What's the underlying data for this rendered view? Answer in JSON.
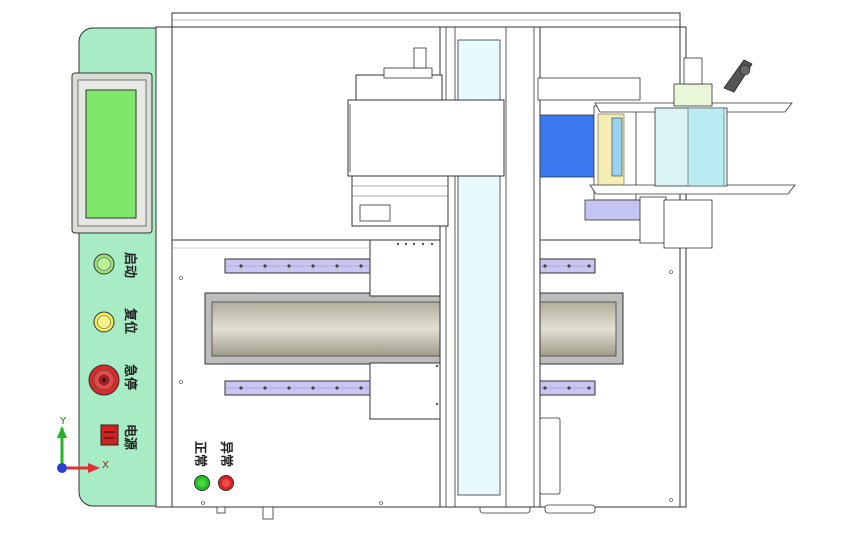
{
  "panel": {
    "buttons": [
      {
        "label": "启动",
        "color": "#9ee07a"
      },
      {
        "label": "复位",
        "color": "#f2ee5a"
      },
      {
        "label": "急停",
        "color": "#d9282e"
      },
      {
        "label": "电源",
        "color": "#d61f1f"
      }
    ],
    "screen_color": "#7fe86a",
    "body_color": "#a8ecc5"
  },
  "indicators": {
    "normal": {
      "label": "正常",
      "color": "#22c022"
    },
    "abnormal": {
      "label": "异常",
      "color": "#dd2222"
    }
  },
  "triad": {
    "y_label": "Y",
    "x_label": "X"
  }
}
